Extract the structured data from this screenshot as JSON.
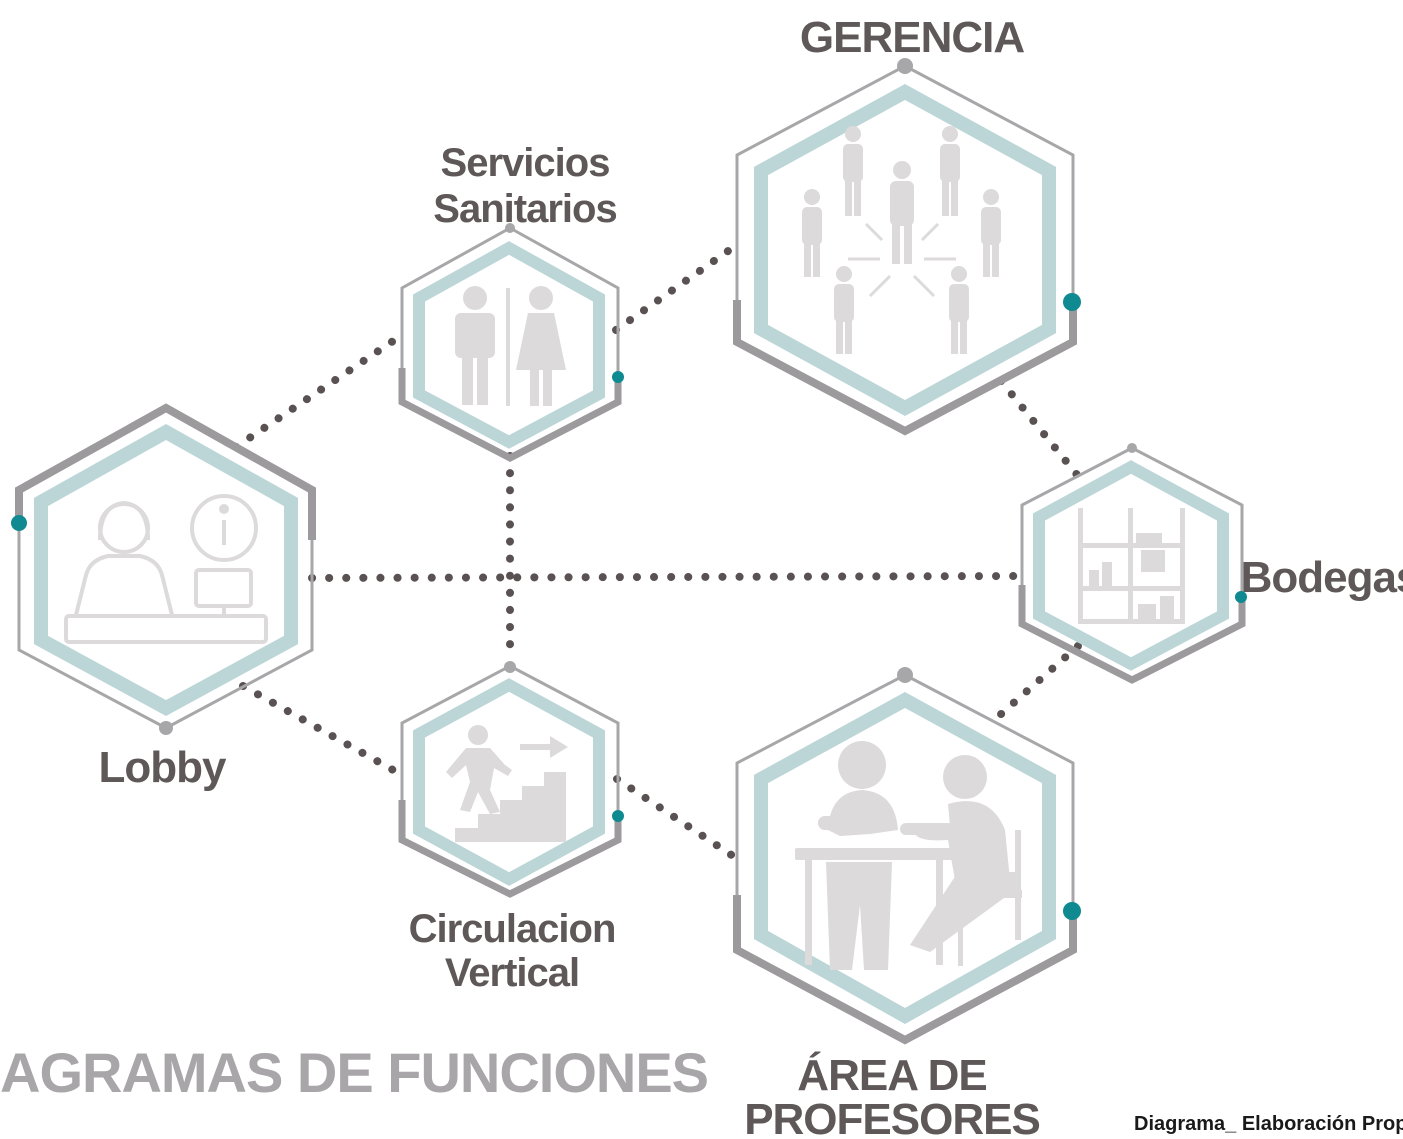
{
  "nodes": {
    "gerencia": {
      "label_lines": [
        "GERENCIA"
      ]
    },
    "servicios": {
      "label_lines": [
        "Servicios",
        "Sanitarios"
      ]
    },
    "lobby": {
      "label_lines": [
        "Lobby"
      ]
    },
    "circulacion": {
      "label_lines": [
        "Circulacion",
        "Vertical"
      ]
    },
    "bodegas": {
      "label_lines": [
        "Bodegas"
      ]
    },
    "profesores": {
      "label_lines": [
        "ÁREA DE",
        "PROFESORES"
      ]
    }
  },
  "title": "AGRAMAS DE FUNCIONES",
  "caption": "Diagrama_ Elaboración Prop",
  "icons": {
    "gerencia": "people-network-icon",
    "servicios": "restroom-icon",
    "lobby": "receptionist-info-icon",
    "circulacion": "stairs-icon",
    "bodegas": "shelves-icon",
    "profesores": "meeting-table-icon"
  },
  "colors": {
    "hex_outer": "#a7a6a8",
    "hex_inner": "#bcd6d8",
    "icon": "#dcdada",
    "dot": "#5a5252",
    "accent": "#0f8a90",
    "label": "#5e5858"
  }
}
